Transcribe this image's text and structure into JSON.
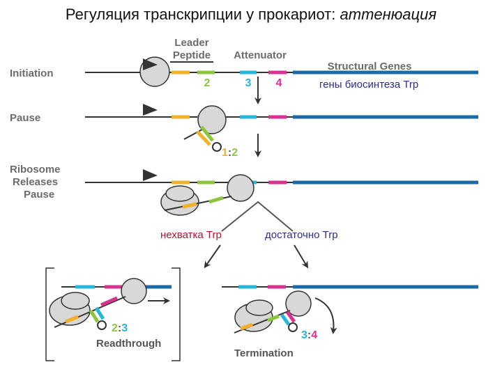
{
  "title": {
    "main": "Регуляция транскрипции у прокариот: ",
    "italic": "аттенюация"
  },
  "headers": {
    "leader": "Leader",
    "peptide": "Peptide",
    "attenuator": "Attenuator",
    "structural": "Structural Genes"
  },
  "rows": {
    "initiation": "Initiation",
    "pause": "Pause",
    "ribosome": [
      "Ribosome",
      "Releases",
      "Pause"
    ]
  },
  "numbers": {
    "two": "2",
    "three": "3",
    "four": "4"
  },
  "pairs": {
    "p12_a": "1",
    "p12_colon": ":",
    "p12_b": "2",
    "p23_a": "2",
    "p23_colon": ":",
    "p23_b": "3",
    "p34_a": "3",
    "p34_colon": ":",
    "p34_b": "4"
  },
  "russian": {
    "genes": "гены биосинтеза Trp",
    "lack": "нехватка Trp",
    "enough": "достаточно Trp"
  },
  "outcomes": {
    "readthrough": "Readthrough",
    "termination": "Termination"
  },
  "colors": {
    "seg1": "#f2b12b",
    "seg2": "#8cc63f",
    "seg3": "#27b5d9",
    "seg4": "#d8338f",
    "genes": "#1a6aa8",
    "line": "#333333",
    "ribosome": "#d8d8d8"
  }
}
